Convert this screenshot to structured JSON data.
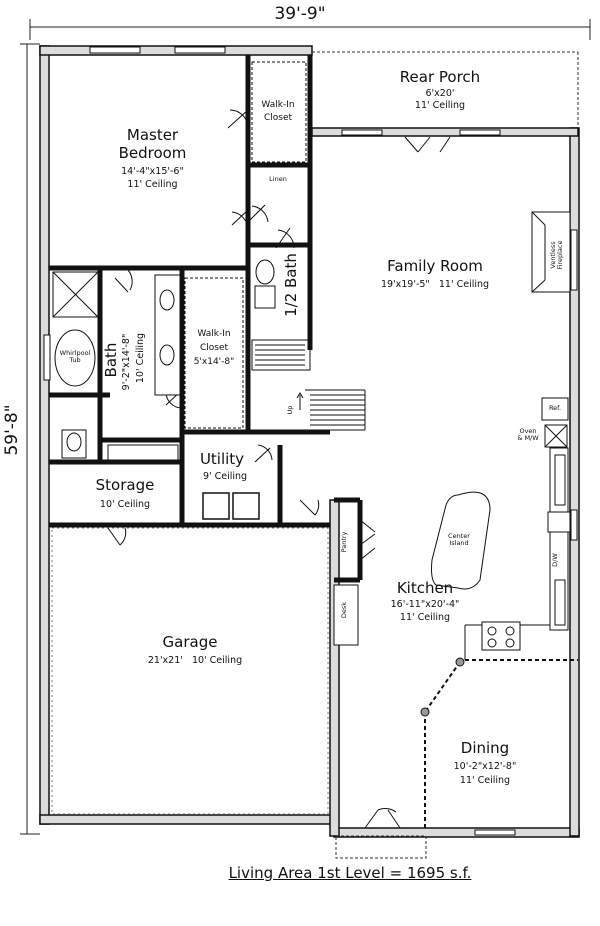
{
  "dimensions": {
    "overall_width": "39'-9\"",
    "overall_depth": "59'-8\""
  },
  "rooms": {
    "rear_porch": {
      "name": "Rear Porch",
      "size": "6'x20'",
      "ceiling": "11' Ceiling"
    },
    "master_bedroom": {
      "name_line1": "Master",
      "name_line2": "Bedroom",
      "size": "14'-4\"x15'-6\"",
      "ceiling": "11' Ceiling"
    },
    "walk_in_closet_top": {
      "line1": "Walk-In",
      "line2": "Closet"
    },
    "linen": {
      "name": "Linen"
    },
    "half_bath": {
      "name": "1/2 Bath"
    },
    "family_room": {
      "name": "Family Room",
      "size": "19'x19'-5\"",
      "ceiling": "11' Ceiling"
    },
    "ventless_fireplace": {
      "line1": "Ventless",
      "line2": "Fireplace"
    },
    "walk_in_closet_master": {
      "line1": "Walk-In",
      "line2": "Closet",
      "size": "5'x14'-8\""
    },
    "bath": {
      "name": "Bath",
      "size": "9'-2\"x14'-8\"",
      "ceiling": "10' Ceiling"
    },
    "whirlpool_tub": {
      "line1": "Whirlpool",
      "line2": "Tub"
    },
    "stairs": {
      "label": "Up"
    },
    "refrigerator": {
      "label": "Ref."
    },
    "oven": {
      "line1": "Oven",
      "line2": "& M/W"
    },
    "utility": {
      "name": "Utility",
      "ceiling": "9' Ceiling"
    },
    "storage": {
      "name": "Storage",
      "ceiling": "10' Ceiling"
    },
    "pantry": {
      "label": "Pantry"
    },
    "center_island": {
      "line1": "Center",
      "line2": "Island"
    },
    "dishwasher": {
      "label": "D/W"
    },
    "kitchen": {
      "name": "Kitchen",
      "size": "16'-11\"x20'-4\"",
      "ceiling": "11' Ceiling"
    },
    "desk": {
      "label": "Desk"
    },
    "garage": {
      "name": "Garage",
      "size": "21'x21'",
      "ceiling": "10' Ceiling"
    },
    "dining": {
      "name": "Dining",
      "size": "10'-2\"x12'-8\"",
      "ceiling": "11' Ceiling"
    }
  },
  "footer": {
    "living_area": "Living Area 1st Level = 1695 s.f."
  }
}
